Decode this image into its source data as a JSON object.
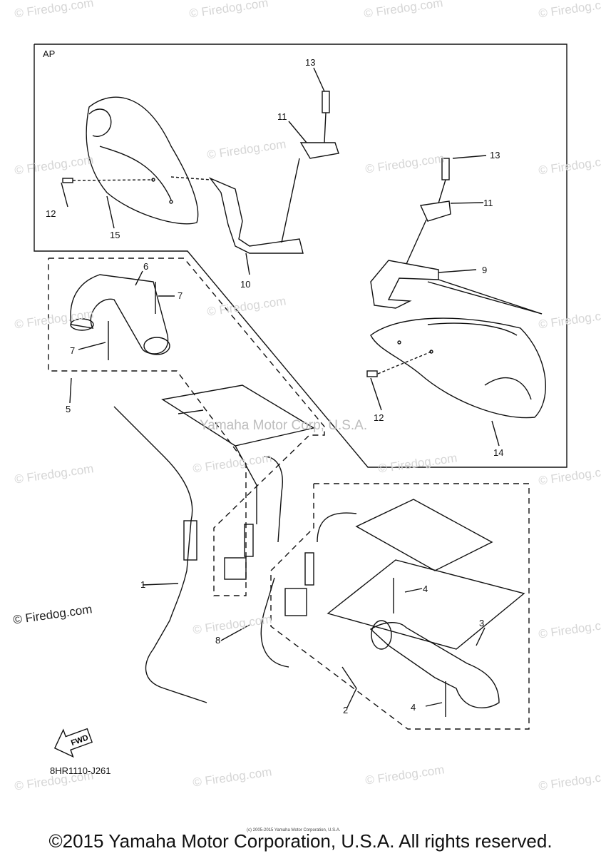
{
  "diagram": {
    "section_label": "AP",
    "center_watermark": "Yamaha Motor Corp, U.S.A.",
    "part_code": "8HR1110-J261",
    "fwd_label": "FWD",
    "callouts": {
      "c1": "1",
      "c2": "2",
      "c3": "3",
      "c4a": "4",
      "c4b": "4",
      "c5": "5",
      "c6": "6",
      "c7a": "7",
      "c7b": "7",
      "c8": "8",
      "c9": "9",
      "c10": "10",
      "c11a": "11",
      "c11b": "11",
      "c12a": "12",
      "c12b": "12",
      "c13a": "13",
      "c13b": "13",
      "c14": "14",
      "c15": "15"
    }
  },
  "watermarks": {
    "firedog": "© Firedog.com",
    "firedog_prominent": "© Firedog.com"
  },
  "footer": {
    "tiny_text": "(c) 2005-2015 Yamaha Motor Corporation, U.S.A.",
    "copyright": "©2015 Yamaha Motor Corporation, U.S.A. All rights reserved."
  }
}
